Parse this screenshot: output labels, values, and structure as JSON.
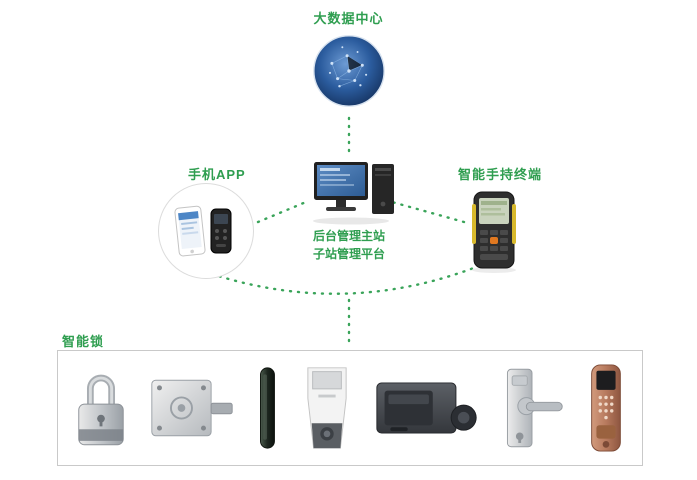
{
  "colors": {
    "accent_green": "#2f9e50",
    "line_green": "#3aa45a",
    "box_border": "#c9c9c9",
    "globe_blue": "#2b5c9e",
    "smart_lock_rose_gold": "#b77a5e"
  },
  "nodes": {
    "big_data_center": {
      "label": "大数据中心"
    },
    "mobile_app": {
      "label": "手机APP"
    },
    "handheld_terminal": {
      "label": "智能手持终端"
    },
    "management_platform": {
      "line1": "后台管理主站",
      "line2": "子站管理平台"
    },
    "smart_locks": {
      "label": "智能锁"
    }
  },
  "locks": [
    {
      "name": "padlock"
    },
    {
      "name": "cabinet-lock"
    },
    {
      "name": "handle-lock"
    },
    {
      "name": "panel-lock"
    },
    {
      "name": "rim-lock"
    },
    {
      "name": "lever-lock"
    },
    {
      "name": "smart-door-lock"
    }
  ]
}
